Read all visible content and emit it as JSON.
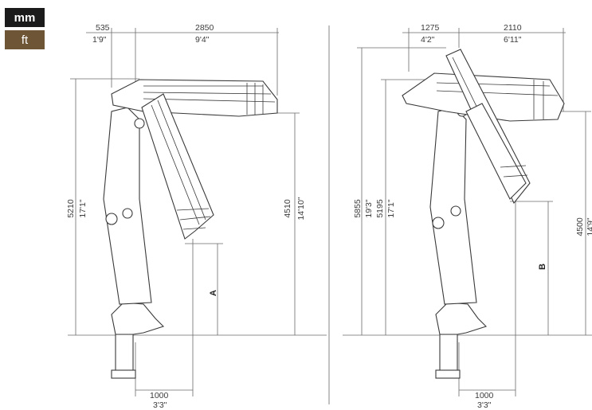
{
  "units": {
    "primary": "mm",
    "secondary": "ft"
  },
  "colors": {
    "mm_bg": "#1b1b1b",
    "ft_bg": "#6e5535",
    "line": "#3a3a3a",
    "divider": "#999999"
  },
  "left_diagram": {
    "top_dims": [
      {
        "mm": "535",
        "ft": "1'9\""
      },
      {
        "mm": "2850",
        "ft": "9'4\""
      }
    ],
    "overall_height": {
      "mm": "5210",
      "ft": "17'1\""
    },
    "boom_height": {
      "mm": "4510",
      "ft": "14'10\""
    },
    "marker": "A",
    "bottom_dim": {
      "mm": "1000",
      "ft": "3'3\""
    }
  },
  "right_diagram": {
    "top_dims": [
      {
        "mm": "1275",
        "ft": "4'2\""
      },
      {
        "mm": "2110",
        "ft": "6'11\""
      }
    ],
    "overall_height": {
      "mm": "5855",
      "ft": "19'3\""
    },
    "second_height": {
      "mm": "5195",
      "ft": "17'1\""
    },
    "boom_height": {
      "mm": "4500",
      "ft": "14'9\""
    },
    "marker": "B",
    "bottom_dim": {
      "mm": "1000",
      "ft": "3'3\""
    }
  }
}
